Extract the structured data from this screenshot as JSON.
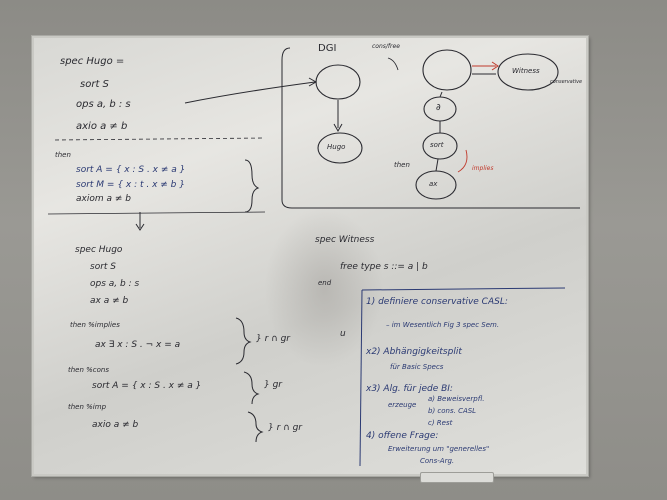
{
  "whiteboard": {
    "left_spec": {
      "line1": "spec Hugo =",
      "line2": "sort S",
      "line3": "ops a, b : s",
      "line4": "axio a ≠ b"
    },
    "then_block": {
      "label": "then",
      "line1": "sort A = { x : S . x ≠ a }",
      "line2": "sort M = { x : t . x ≠ b }",
      "line3": "axiom a ≠ b"
    },
    "lower_spec": {
      "line1": "spec Hugo",
      "line2": "sort S",
      "line3": "ops a, b : s",
      "line4": "ax a ≠ b"
    },
    "annotations": {
      "a1_label": "then %implies",
      "a1_body": "ax ∃ x : S . ¬ x = a",
      "a1_tag": "} r ∩ gr",
      "a2_label": "then %cons",
      "a2_body": "sort A = { x : S . x ≠ a }",
      "a2_tag": "} gr",
      "a3_label": "then %imp",
      "a3_body": "axio a ≠ b",
      "a3_tag": "} r ∩ gr",
      "u_mark": "u"
    },
    "diagram": {
      "title": "DGI",
      "top_note": "cons/free",
      "hugo_node": "Hugo",
      "witness_node": "Witness",
      "witness_note": "conservative",
      "d_node": "∂",
      "sort_node": "sort",
      "ax_node": "ax",
      "then_label": "then",
      "implies_label": "implies"
    },
    "witness_spec": {
      "line1": "spec Witness",
      "line2": "free type s ::= a | b",
      "line3": "end"
    },
    "todo": {
      "item1_title": "1) definiere conservative CASL:",
      "item1_sub": "– im Wesentlich Fig 3 spec Sem.",
      "item2_title": "x2) Abhängigkeitsplit",
      "item2_sub": "für Basic Specs",
      "item3_title": "x3) Alg. für jede BI:",
      "item3_sub0": "erzeuge",
      "item3_sub1": "a) Beweisverpfl.",
      "item3_sub2": "b) cons. CASL",
      "item3_sub3": "c) Rest",
      "item4_title": "4) offene Frage:",
      "item4_sub1": "Erweiterung um \"generelles\"",
      "item4_sub2": "Cons-Arg."
    }
  }
}
